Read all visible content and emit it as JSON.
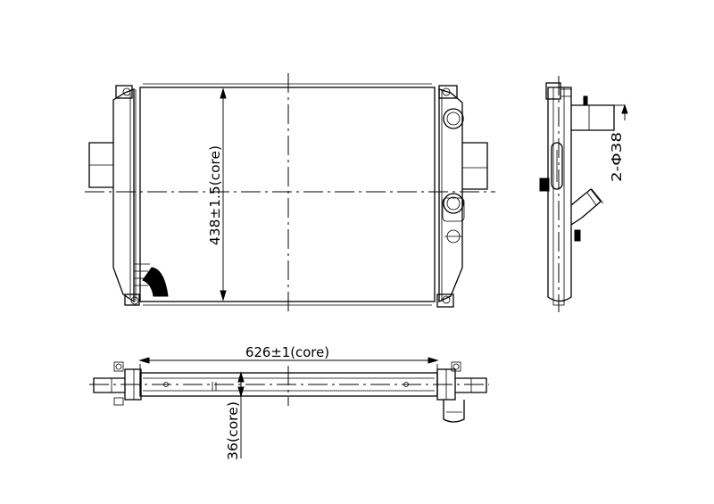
{
  "dimensions": {
    "height_core": "438±1.5(core)",
    "width_core": "626±1(core)",
    "thickness_core": "36(core)",
    "pipe_diameter": "2-Φ38"
  },
  "colors": {
    "line": "#000000",
    "background": "#ffffff"
  }
}
